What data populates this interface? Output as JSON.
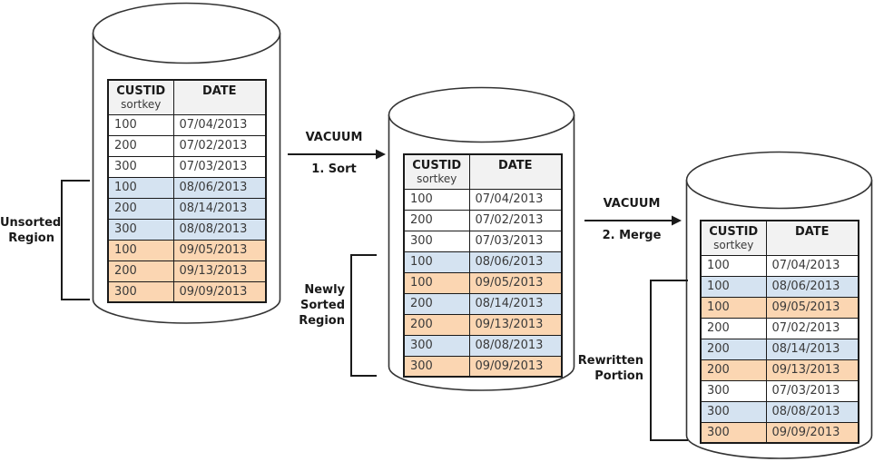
{
  "diagram": {
    "name": "vacuum-sort-merge-diagram",
    "colors": {
      "band_blue": "#d5e3f1",
      "band_orange": "#fbd6b2",
      "header_bg": "#f2f2f2",
      "border": "#1a1a1a"
    },
    "arrows": [
      {
        "top_label": "VACUUM",
        "step_label": "1. Sort"
      },
      {
        "top_label": "VACUUM",
        "step_label": "2. Merge"
      }
    ],
    "region_labels": [
      {
        "lines": [
          "Unsorted",
          "Region",
          ""
        ]
      },
      {
        "lines": [
          "Newly",
          "Sorted",
          "Region"
        ]
      },
      {
        "lines": [
          "Rewritten",
          "Portion",
          ""
        ]
      }
    ],
    "cylinders": [
      {
        "table": {
          "columns": {
            "custid": "CUSTID",
            "sortkey": "sortkey",
            "date": "DATE"
          },
          "rows": [
            {
              "custid": "100",
              "date": "07/04/2013",
              "band": "white"
            },
            {
              "custid": "200",
              "date": "07/02/2013",
              "band": "white"
            },
            {
              "custid": "300",
              "date": "07/03/2013",
              "band": "white"
            },
            {
              "custid": "100",
              "date": "08/06/2013",
              "band": "blue"
            },
            {
              "custid": "200",
              "date": "08/14/2013",
              "band": "blue"
            },
            {
              "custid": "300",
              "date": "08/08/2013",
              "band": "blue"
            },
            {
              "custid": "100",
              "date": "09/05/2013",
              "band": "orange"
            },
            {
              "custid": "200",
              "date": "09/13/2013",
              "band": "orange"
            },
            {
              "custid": "300",
              "date": "09/09/2013",
              "band": "orange"
            }
          ]
        }
      },
      {
        "table": {
          "columns": {
            "custid": "CUSTID",
            "sortkey": "sortkey",
            "date": "DATE"
          },
          "rows": [
            {
              "custid": "100",
              "date": "07/04/2013",
              "band": "white"
            },
            {
              "custid": "200",
              "date": "07/02/2013",
              "band": "white"
            },
            {
              "custid": "300",
              "date": "07/03/2013",
              "band": "white"
            },
            {
              "custid": "100",
              "date": "08/06/2013",
              "band": "blue"
            },
            {
              "custid": "100",
              "date": "09/05/2013",
              "band": "orange"
            },
            {
              "custid": "200",
              "date": "08/14/2013",
              "band": "blue"
            },
            {
              "custid": "200",
              "date": "09/13/2013",
              "band": "orange"
            },
            {
              "custid": "300",
              "date": "08/08/2013",
              "band": "blue"
            },
            {
              "custid": "300",
              "date": "09/09/2013",
              "band": "orange"
            }
          ]
        }
      },
      {
        "table": {
          "columns": {
            "custid": "CUSTID",
            "sortkey": "sortkey",
            "date": "DATE"
          },
          "rows": [
            {
              "custid": "100",
              "date": "07/04/2013",
              "band": "white"
            },
            {
              "custid": "100",
              "date": "08/06/2013",
              "band": "blue"
            },
            {
              "custid": "100",
              "date": "09/05/2013",
              "band": "orange"
            },
            {
              "custid": "200",
              "date": "07/02/2013",
              "band": "white"
            },
            {
              "custid": "200",
              "date": "08/14/2013",
              "band": "blue"
            },
            {
              "custid": "200",
              "date": "09/13/2013",
              "band": "orange"
            },
            {
              "custid": "300",
              "date": "07/03/2013",
              "band": "white"
            },
            {
              "custid": "300",
              "date": "08/08/2013",
              "band": "blue"
            },
            {
              "custid": "300",
              "date": "09/09/2013",
              "band": "orange"
            }
          ]
        }
      }
    ]
  }
}
